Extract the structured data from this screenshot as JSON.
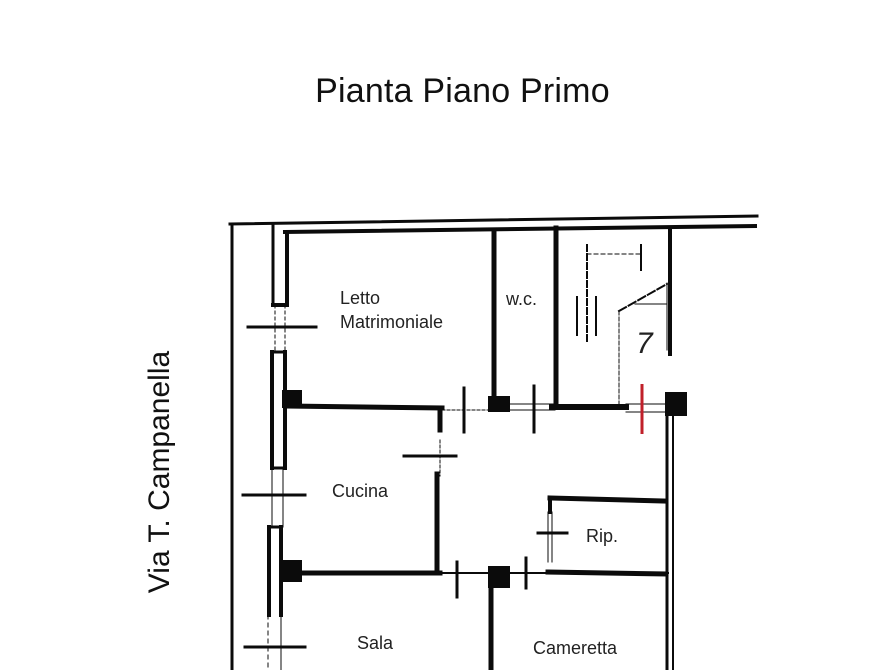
{
  "title": "Pianta Piano Primo",
  "street_label": "Via T. Campanella",
  "colors": {
    "wall": "#0b0b0b",
    "background": "#ffffff",
    "marker_red": "#c0202a"
  },
  "rooms": [
    {
      "id": "letto",
      "line1": "Letto",
      "line2": "Matrimoniale"
    },
    {
      "id": "wc",
      "label": "w.c."
    },
    {
      "id": "cucina",
      "label": "Cucina"
    },
    {
      "id": "rip",
      "label": "Rip."
    },
    {
      "id": "sala",
      "label": "Sala"
    },
    {
      "id": "cameretta",
      "label": "Cameretta"
    }
  ],
  "stair_marker": "7"
}
